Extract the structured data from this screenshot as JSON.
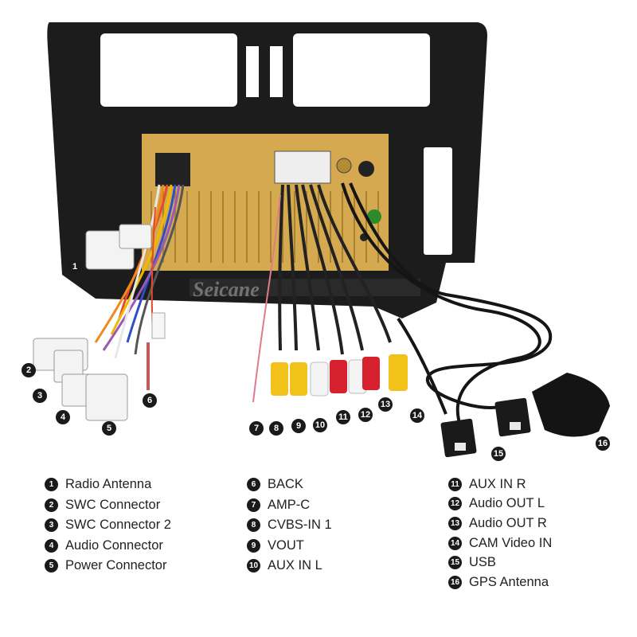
{
  "watermark": "Seicane",
  "callouts": [
    "1",
    "2",
    "3",
    "4",
    "5",
    "6",
    "7",
    "8",
    "9",
    "10",
    "11",
    "12",
    "13",
    "14",
    "15",
    "16"
  ],
  "legend": {
    "col1": [
      {
        "num": "1",
        "label": "Radio Antenna"
      },
      {
        "num": "2",
        "label": "SWC Connector"
      },
      {
        "num": "3",
        "label": "SWC Connector 2"
      },
      {
        "num": "4",
        "label": "Audio Connector"
      },
      {
        "num": "5",
        "label": "Power Connector"
      }
    ],
    "col2": [
      {
        "num": "6",
        "label": "BACK"
      },
      {
        "num": "7",
        "label": "AMP-C"
      },
      {
        "num": "8",
        "label": "CVBS-IN 1"
      },
      {
        "num": "9",
        "label": "VOUT"
      },
      {
        "num": "10",
        "label": "AUX IN L"
      }
    ],
    "col3": [
      {
        "num": "11",
        "label": "AUX IN R"
      },
      {
        "num": "12",
        "label": "Audio OUT L"
      },
      {
        "num": "13",
        "label": "Audio OUT R"
      },
      {
        "num": "14",
        "label": "CAM Video IN"
      },
      {
        "num": "15",
        "label": "USB"
      },
      {
        "num": "16",
        "label": "GPS Antenna"
      }
    ]
  },
  "colors": {
    "frame": "#1c1c1c",
    "gold_chassis": "#d4a94f",
    "rca_yellow": "#f2c21a",
    "rca_red": "#d8212e",
    "rca_white": "#f4f4f4"
  }
}
